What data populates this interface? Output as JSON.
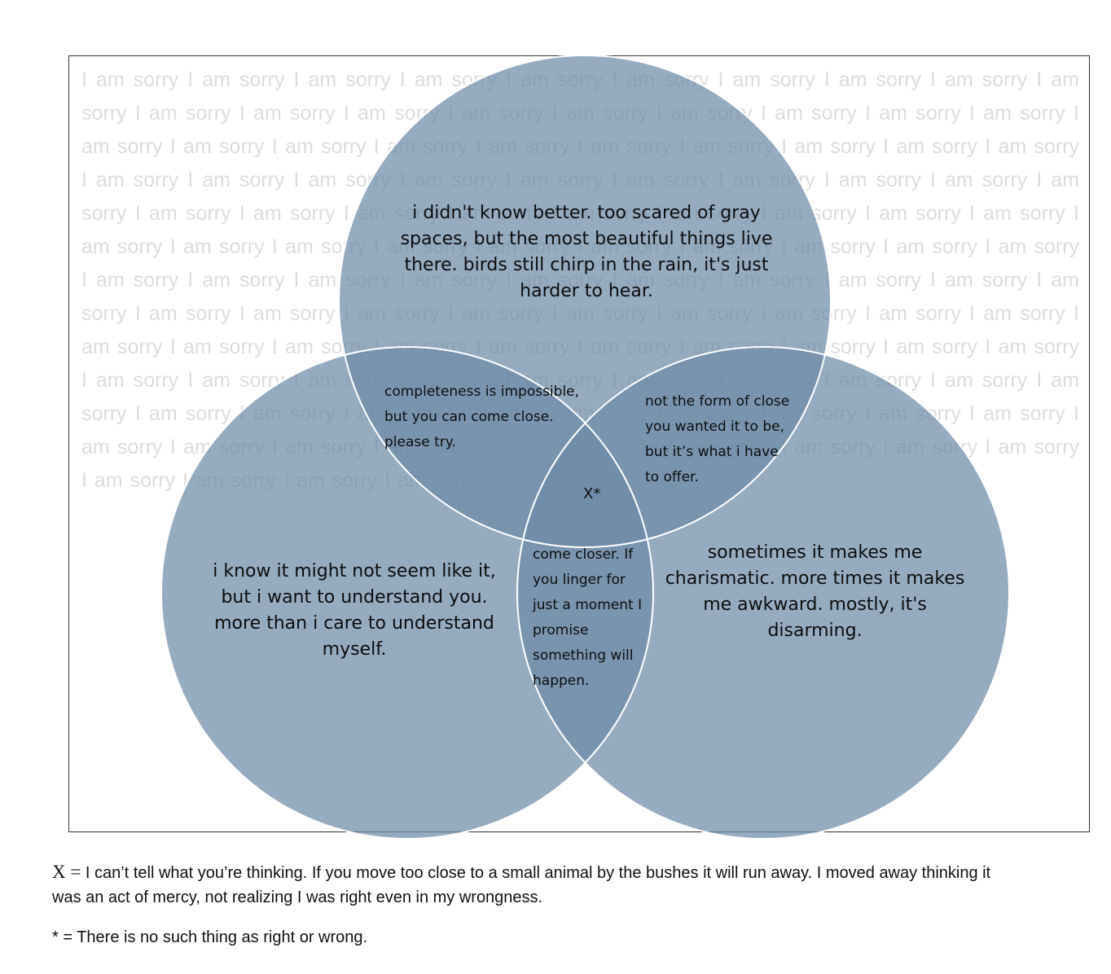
{
  "background_text": {
    "phrase": "I am sorry",
    "color": "#dcdcdc"
  },
  "venn": {
    "circle_color": "#6f8ba6",
    "circle_opacity": 0.72,
    "outline_color": "#ffffff",
    "regions": {
      "top": "i didn't know better. too scared of gray spaces, but the most beautiful things live there. birds still chirp in the rain, it's just harder to hear.",
      "left": "i know it might not seem like it, but i want to understand you. more than i care to understand myself.",
      "right": "sometimes it makes me charismatic. more times it makes me awkward. mostly, it's disarming.",
      "top_left": "completeness is impossible, but you can come close. please try.",
      "top_right": "not the form of close you wanted it to be, but it’s what i have to offer.",
      "bottom": "come closer. If you linger for just a moment I promise something will happen.",
      "center": "X*"
    }
  },
  "footnotes": {
    "x_symbol": "X =",
    "x_text": "I can’t tell what you’re thinking. If you move too close to a small animal by the bushes it will run away. I moved away thinking it was an act of mercy, not realizing I was right even in my wrongness.",
    "star_text": "* = There is no such thing as right or wrong."
  }
}
